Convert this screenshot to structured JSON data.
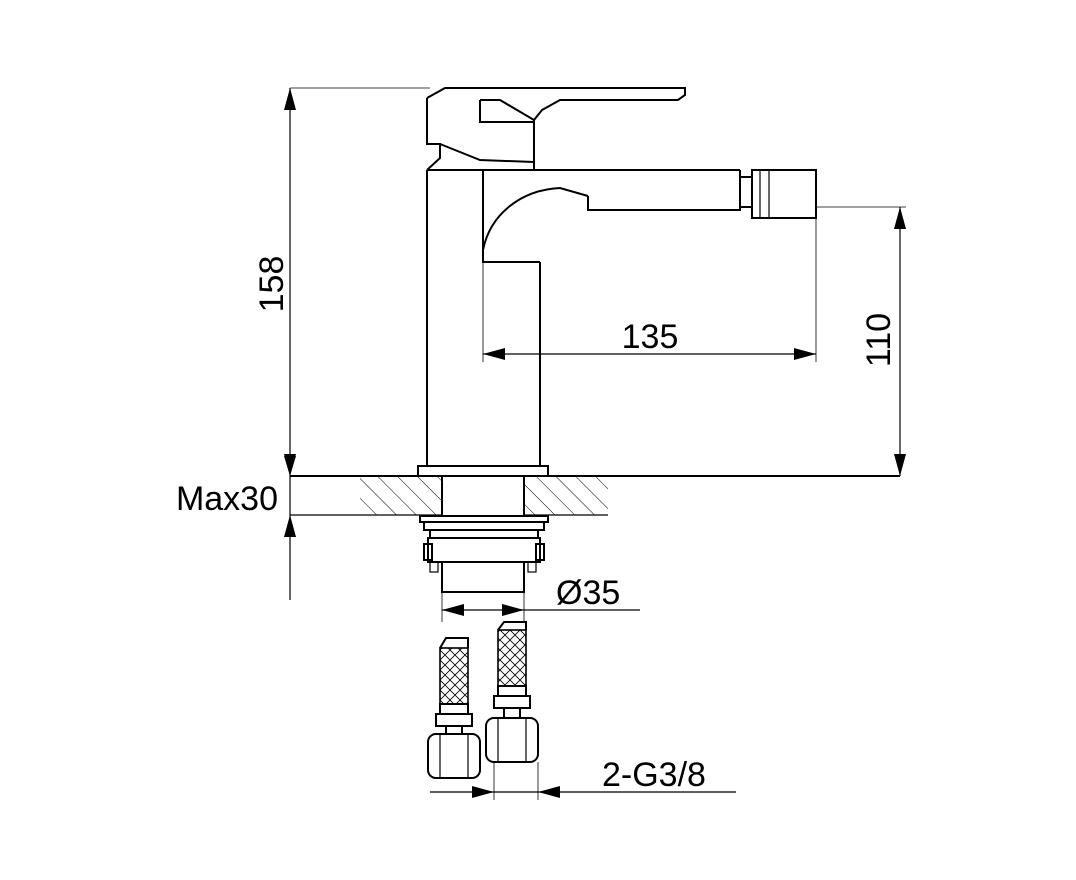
{
  "dimensions": {
    "overall_height": "158",
    "spout_reach": "135",
    "spout_height": "110",
    "max_deck_thickness": "Max30",
    "shank_diameter": "Ø35",
    "connection_hoses": "2-G3/8"
  }
}
